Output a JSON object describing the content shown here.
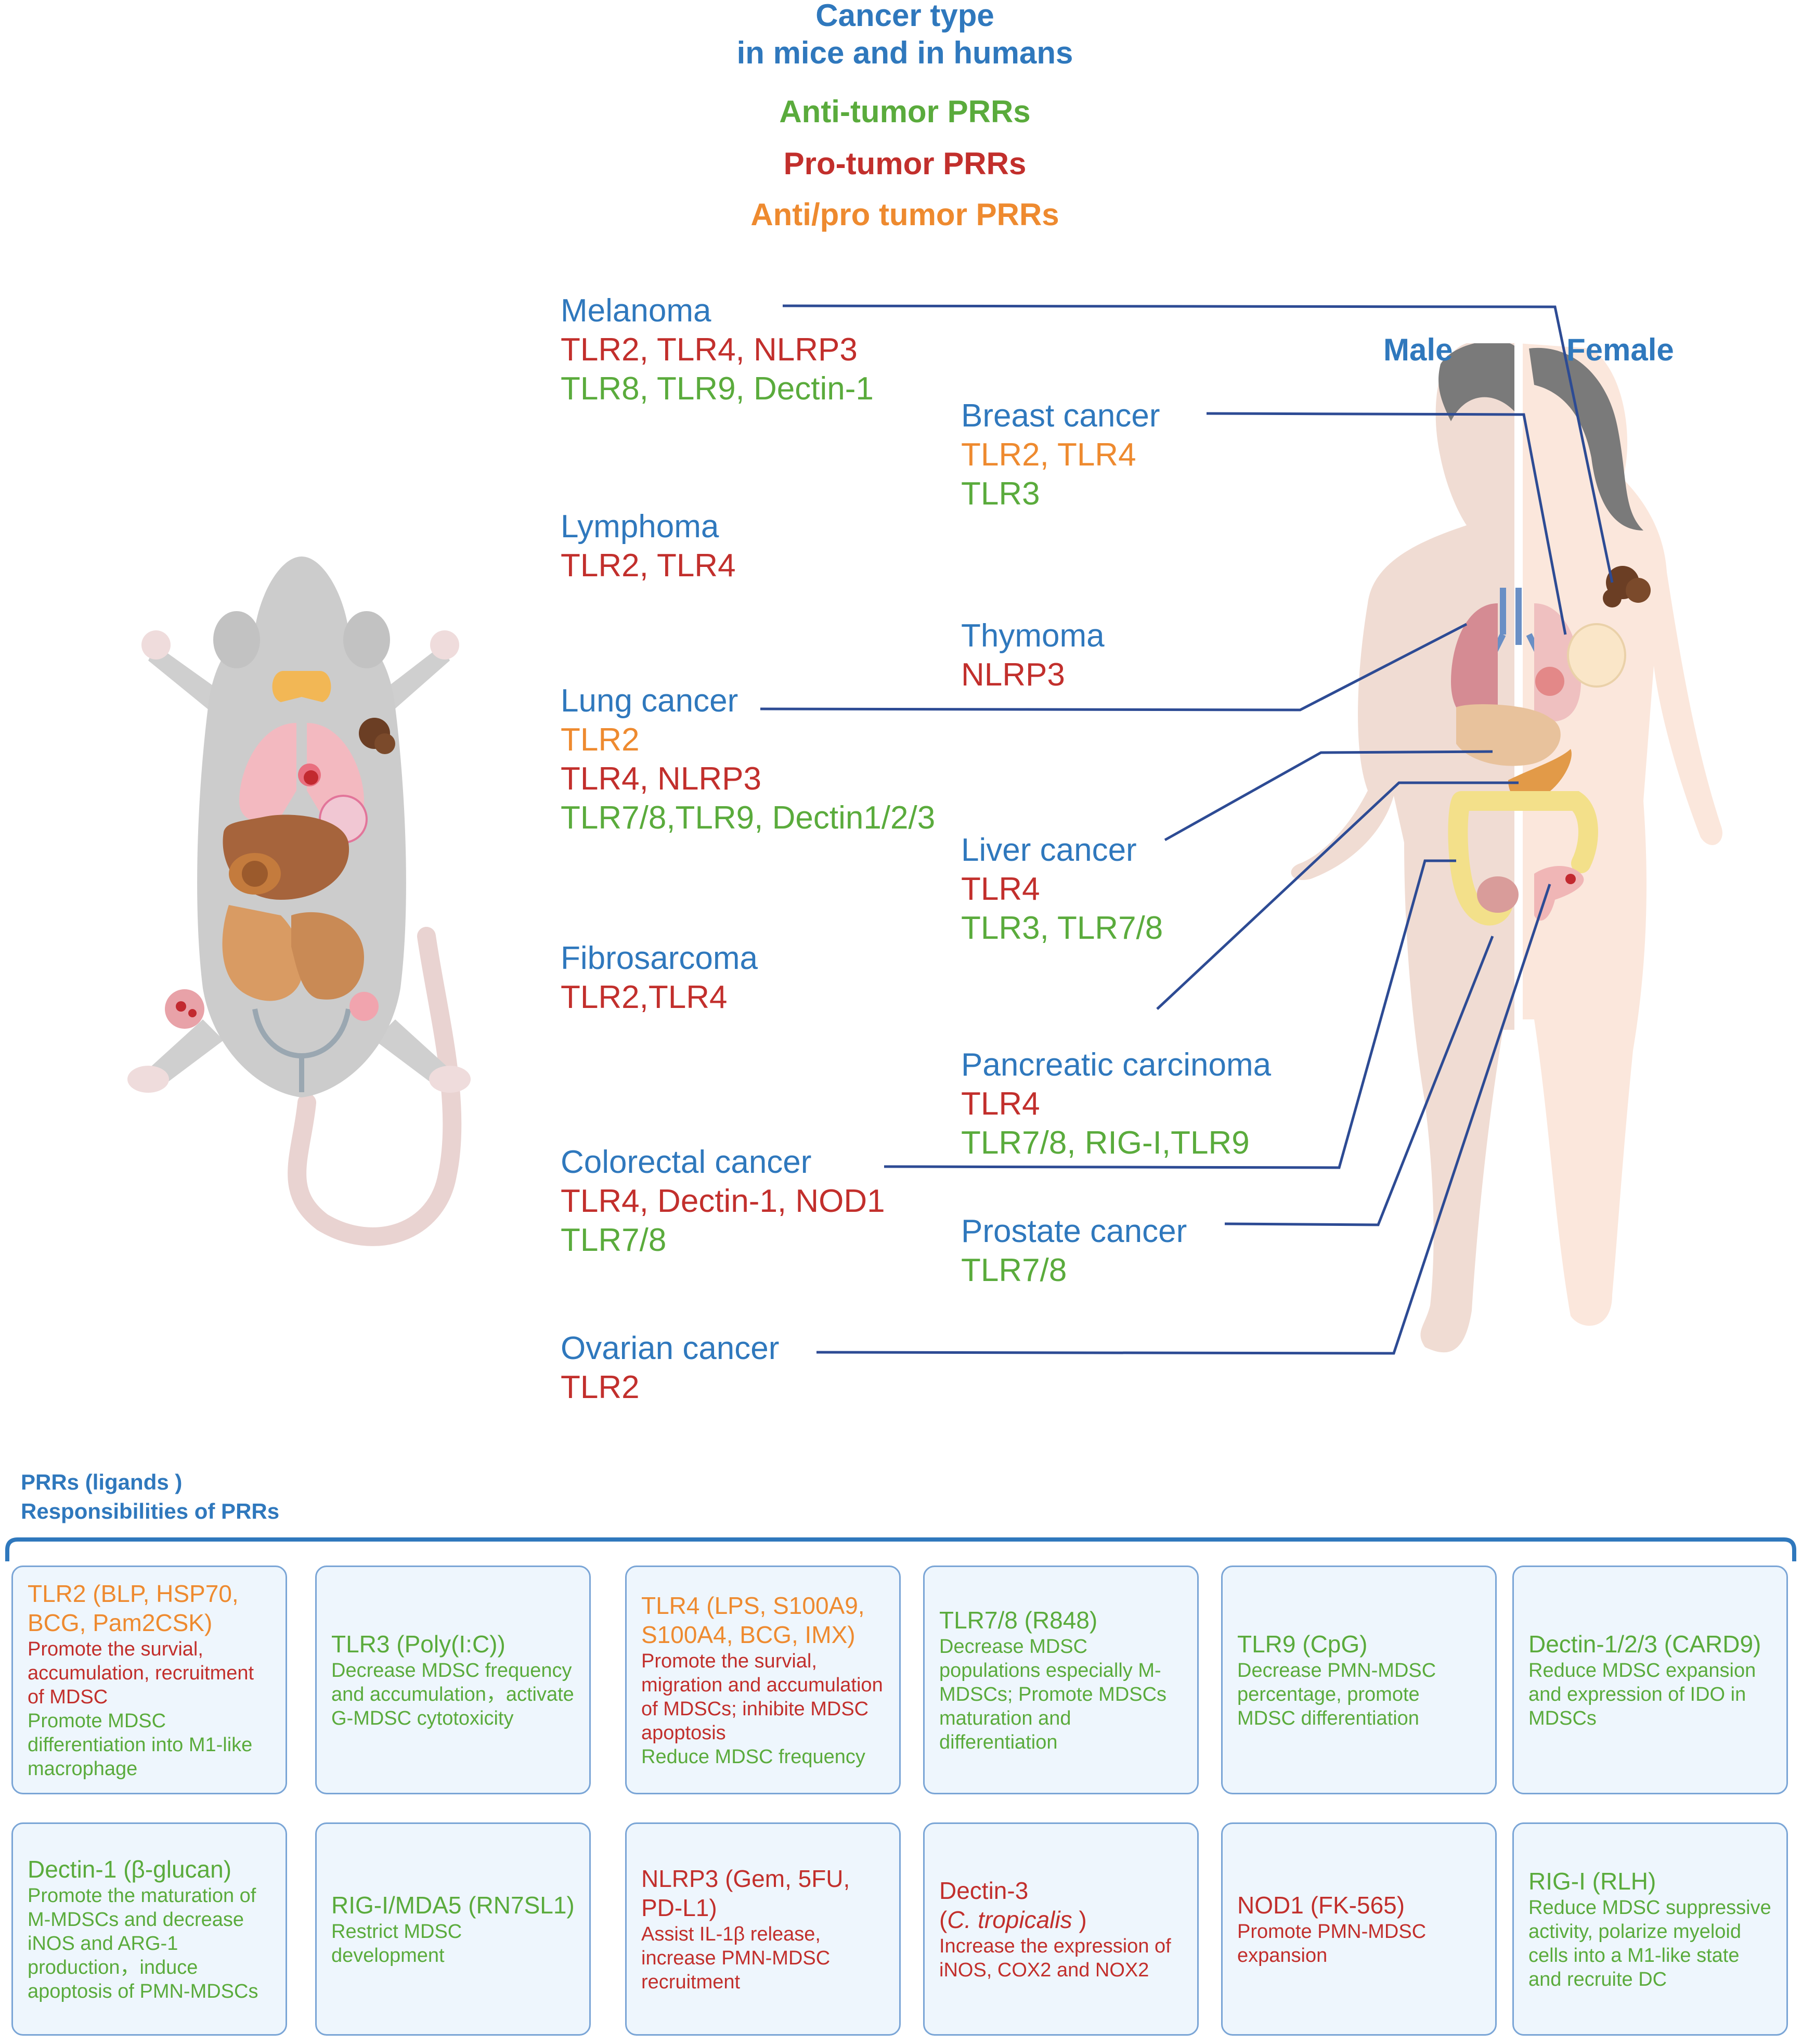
{
  "legend": {
    "title_line1": "Cancer type",
    "title_line2": "in mice and in humans",
    "anti": "Anti-tumor PRRs",
    "pro": "Pro-tumor PRRs",
    "antipro": "Anti/pro tumor PRRs"
  },
  "colors": {
    "blue": "#2f78bd",
    "anti_green": "#5aab3c",
    "pro_red": "#c22f2c",
    "antipro_orange": "#ee8a2f",
    "connector": "#2d4b94"
  },
  "human": {
    "male": "Male",
    "female": "Female"
  },
  "cancers": {
    "melanoma": {
      "name": "Melanoma",
      "pro": "TLR2, TLR4, NLRP3",
      "anti": "TLR8, TLR9, Dectin-1"
    },
    "breast": {
      "name": "Breast cancer",
      "antipro": "TLR2, TLR4",
      "anti": "TLR3"
    },
    "lymphoma": {
      "name": "Lymphoma",
      "pro": "TLR2, TLR4"
    },
    "thymoma": {
      "name": "Thymoma",
      "pro": "NLRP3"
    },
    "lung": {
      "name": "Lung cancer",
      "antipro": "TLR2",
      "pro": "TLR4, NLRP3",
      "anti": "TLR7/8,TLR9, Dectin1/2/3"
    },
    "liver": {
      "name": "Liver cancer",
      "pro": "TLR4",
      "anti": "TLR3, TLR7/8"
    },
    "fibrosarcoma": {
      "name": "Fibrosarcoma",
      "pro": "TLR2,TLR4"
    },
    "pancreatic": {
      "name": "Pancreatic carcinoma",
      "pro": "TLR4",
      "anti": "TLR7/8, RIG-I,TLR9"
    },
    "colorectal": {
      "name": "Colorectal cancer",
      "pro": "TLR4, Dectin-1, NOD1",
      "anti": "TLR7/8"
    },
    "prostate": {
      "name": "Prostate cancer",
      "anti": "TLR7/8"
    },
    "ovarian": {
      "name": "Ovarian cancer",
      "pro": "TLR2"
    }
  },
  "prr_header": {
    "line1": "PRRs (ligands )",
    "line2": "Responsibilities of PRRs"
  },
  "prr_cards": [
    {
      "title": "TLR2 (BLP, HSP70, BCG, Pam2CSK)",
      "title_color": "orange",
      "lines": [
        {
          "text": "Promote the survial, accumulation, recruitment of MDSC",
          "color": "red"
        },
        {
          "text": "Promote MDSC differentiation into M1-like macrophage",
          "color": "green"
        }
      ]
    },
    {
      "title": "TLR3 (Poly(I:C))",
      "title_color": "green",
      "lines": [
        {
          "text": "Decrease MDSC frequency and accumulation，activate G-MDSC cytotoxicity",
          "color": "green"
        }
      ]
    },
    {
      "title": "TLR4 (LPS, S100A9, S100A4, BCG, IMX)",
      "title_color": "orange",
      "lines": [
        {
          "text": "Promote the survial, migration and accumulation of MDSCs; inhibite MDSC apoptosis",
          "color": "red"
        },
        {
          "text": "Reduce MDSC frequency",
          "color": "green"
        }
      ]
    },
    {
      "title": "TLR7/8 (R848)",
      "title_color": "green",
      "lines": [
        {
          "text": "Decrease MDSC populations especially M-MDSCs;  Promote MDSCs maturation and differentiation",
          "color": "green"
        }
      ]
    },
    {
      "title": "TLR9 (CpG)",
      "title_color": "green",
      "lines": [
        {
          "text": "Decrease PMN-MDSC percentage, promote MDSC differentiation",
          "color": "green"
        }
      ]
    },
    {
      "title": "Dectin-1/2/3 (CARD9)",
      "title_color": "green",
      "lines": [
        {
          "text": "Reduce MDSC expansion and expression of IDO in MDSCs",
          "color": "green"
        }
      ]
    },
    {
      "title": "Dectin-1 (β-glucan)",
      "title_color": "green",
      "lines": [
        {
          "text": "Promote the maturation of M-MDSCs and decrease iNOS and ARG-1 production，induce apoptosis of PMN-MDSCs",
          "color": "green"
        }
      ]
    },
    {
      "title": "RIG-I/MDA5 (RN7SL1)",
      "title_color": "green",
      "lines": [
        {
          "text": "Restrict MDSC development",
          "color": "green"
        }
      ]
    },
    {
      "title": "NLRP3 (Gem, 5FU, PD-L1)",
      "title_color": "red",
      "lines": [
        {
          "text": "Assist IL-1β release, increase PMN-MDSC recruitment",
          "color": "red"
        }
      ]
    },
    {
      "title": "Dectin-3",
      "title_italic": "C. tropicalis",
      "title_color": "red",
      "lines": [
        {
          "text": "Increase the expression of iNOS, COX2 and NOX2",
          "color": "red"
        }
      ]
    },
    {
      "title": "NOD1 (FK-565)",
      "title_color": "red",
      "lines": [
        {
          "text": "Promote PMN-MDSC expansion",
          "color": "red"
        }
      ]
    },
    {
      "title": "RIG-I (RLH)",
      "title_color": "green",
      "lines": [
        {
          "text": "Reduce MDSC suppressive activity, polarize myeloid cells into a M1-like state and recruite DC",
          "color": "green"
        }
      ]
    }
  ]
}
